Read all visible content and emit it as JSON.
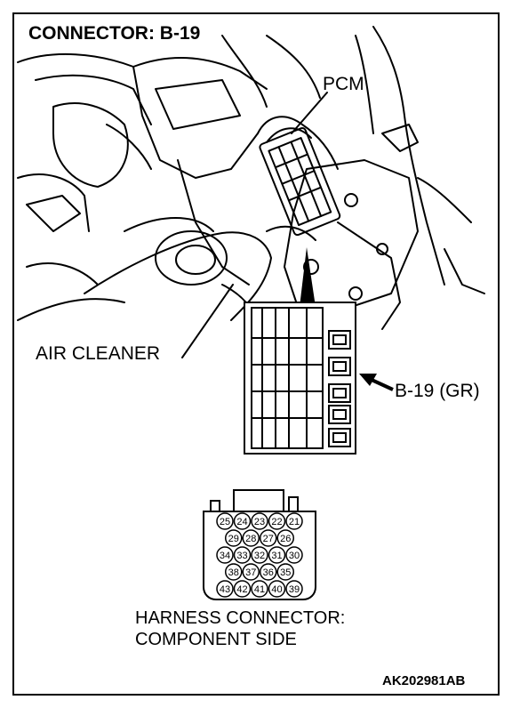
{
  "title": "CONNECTOR: B-19",
  "labels": {
    "pcm": "PCM",
    "air_cleaner": "AIR CLEANER",
    "connector_code": "B-19 (GR)",
    "harness_line1": "HARNESS CONNECTOR:",
    "harness_line2": "COMPONENT SIDE",
    "figure_id": "AK202981AB"
  },
  "pin_rows": [
    [
      "25",
      "24",
      "23",
      "22",
      "21"
    ],
    [
      "29",
      "28",
      "27",
      "26"
    ],
    [
      "34",
      "33",
      "32",
      "31",
      "30"
    ],
    [
      "38",
      "37",
      "36",
      "35"
    ],
    [
      "43",
      "42",
      "41",
      "40",
      "39"
    ]
  ]
}
